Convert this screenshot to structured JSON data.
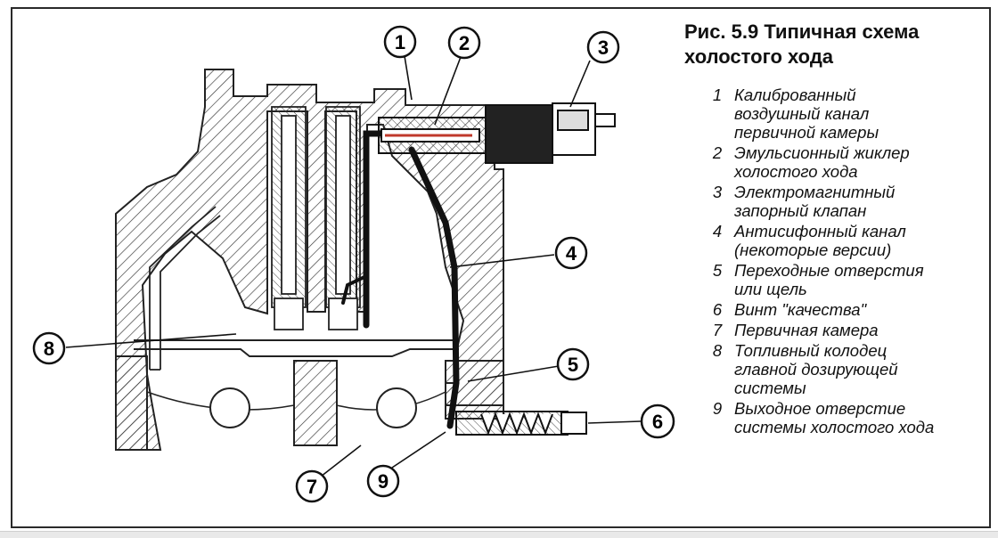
{
  "caption": {
    "line1": "Рис. 5.9 Типичная схема",
    "line2": "холостого хода"
  },
  "legend": [
    {
      "num": "1",
      "lines": [
        "Калиброванный",
        "воздушный канал",
        "первичной камеры"
      ]
    },
    {
      "num": "2",
      "lines": [
        "Эмульсионный жиклер",
        "холостого хода"
      ]
    },
    {
      "num": "3",
      "lines": [
        "Электромагнитный",
        "запорный клапан"
      ]
    },
    {
      "num": "4",
      "lines": [
        "Антисифонный канал",
        "(некоторые версии)"
      ]
    },
    {
      "num": "5",
      "lines": [
        "Переходные отверстия",
        "или щель"
      ]
    },
    {
      "num": "6",
      "lines": [
        "Винт \"качества\""
      ]
    },
    {
      "num": "7",
      "lines": [
        "Первичная камера"
      ]
    },
    {
      "num": "8",
      "lines": [
        "Топливный колодец",
        "главной дозирующей",
        "системы"
      ]
    },
    {
      "num": "9",
      "lines": [
        "Выходное отверстие",
        "системы холостого хода"
      ]
    }
  ],
  "callouts": [
    "1",
    "2",
    "3",
    "4",
    "5",
    "6",
    "7",
    "8",
    "9"
  ],
  "colors": {
    "ink": "#111111",
    "paper": "#ffffff",
    "jet_highlight": "#c0392b"
  }
}
